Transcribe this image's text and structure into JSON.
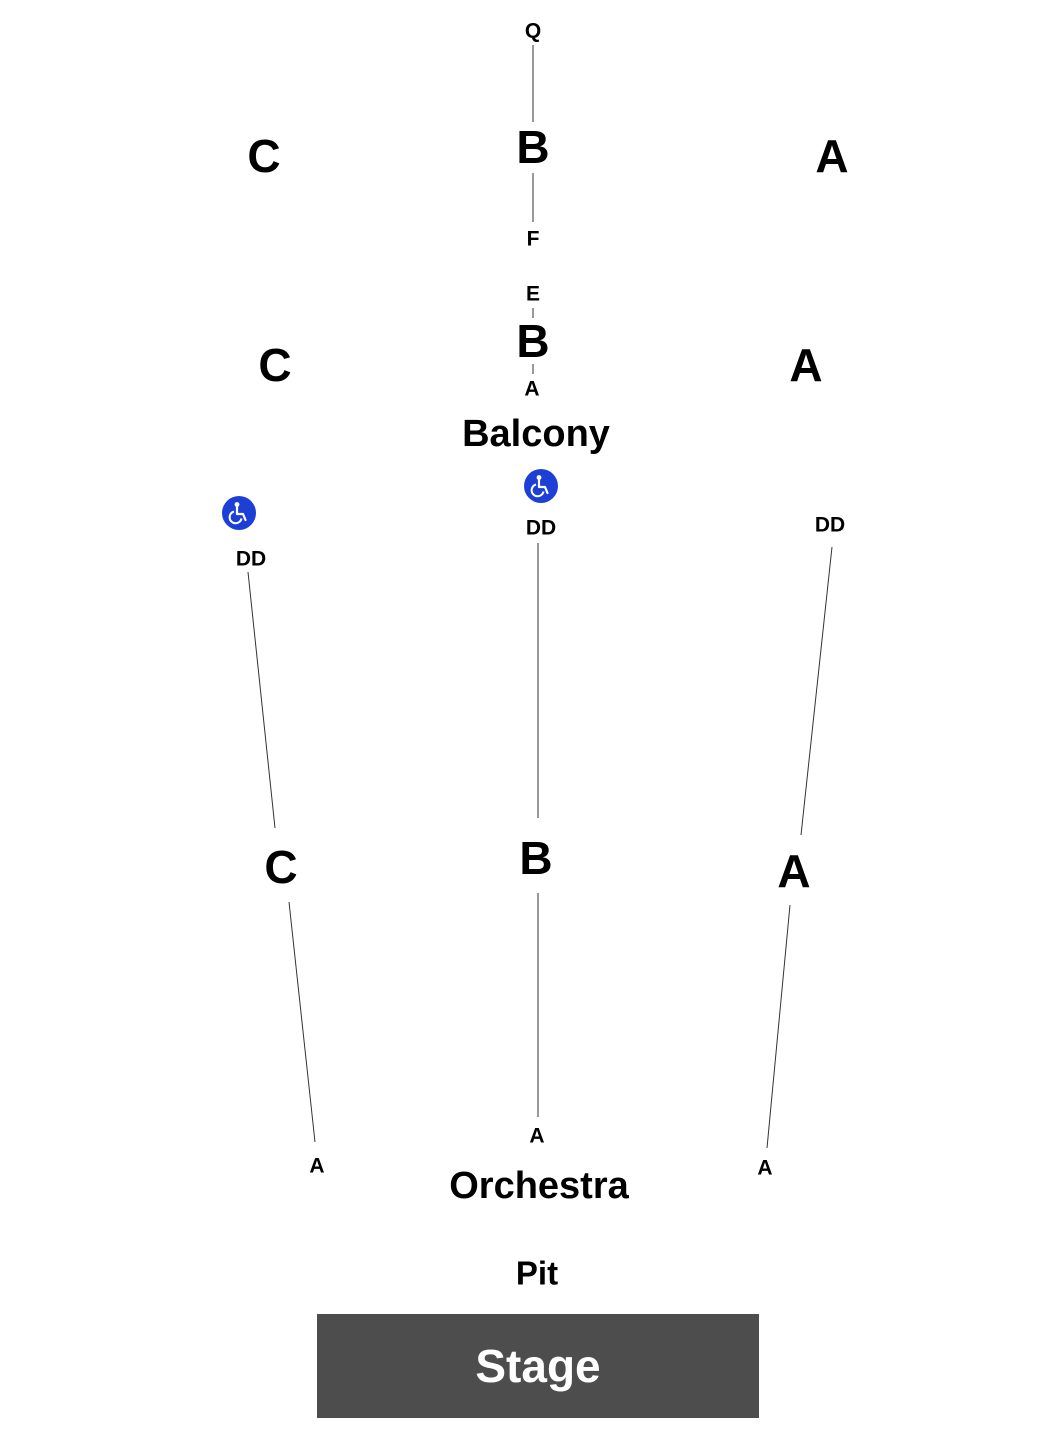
{
  "balcony": {
    "title": "Balcony",
    "upper": {
      "left_section": "C",
      "center_section": "B",
      "right_section": "A",
      "center_top_row": "Q",
      "center_bottom_row": "F"
    },
    "lower": {
      "left_section": "C",
      "center_section": "B",
      "right_section": "A",
      "center_top_row": "E",
      "center_bottom_row": "A"
    }
  },
  "orchestra": {
    "title": "Orchestra",
    "left": {
      "section": "C",
      "top_row": "DD",
      "bottom_row": "A"
    },
    "center": {
      "section": "B",
      "top_row": "DD",
      "bottom_row": "A"
    },
    "right": {
      "section": "A",
      "top_row": "DD",
      "bottom_row": "A"
    }
  },
  "pit": {
    "label": "Pit"
  },
  "stage": {
    "label": "Stage",
    "color": "#4d4d4d"
  },
  "icons": {
    "wheelchair": "wheelchair-accessible-icon",
    "wheelchair_color": "#1e3fd6"
  }
}
